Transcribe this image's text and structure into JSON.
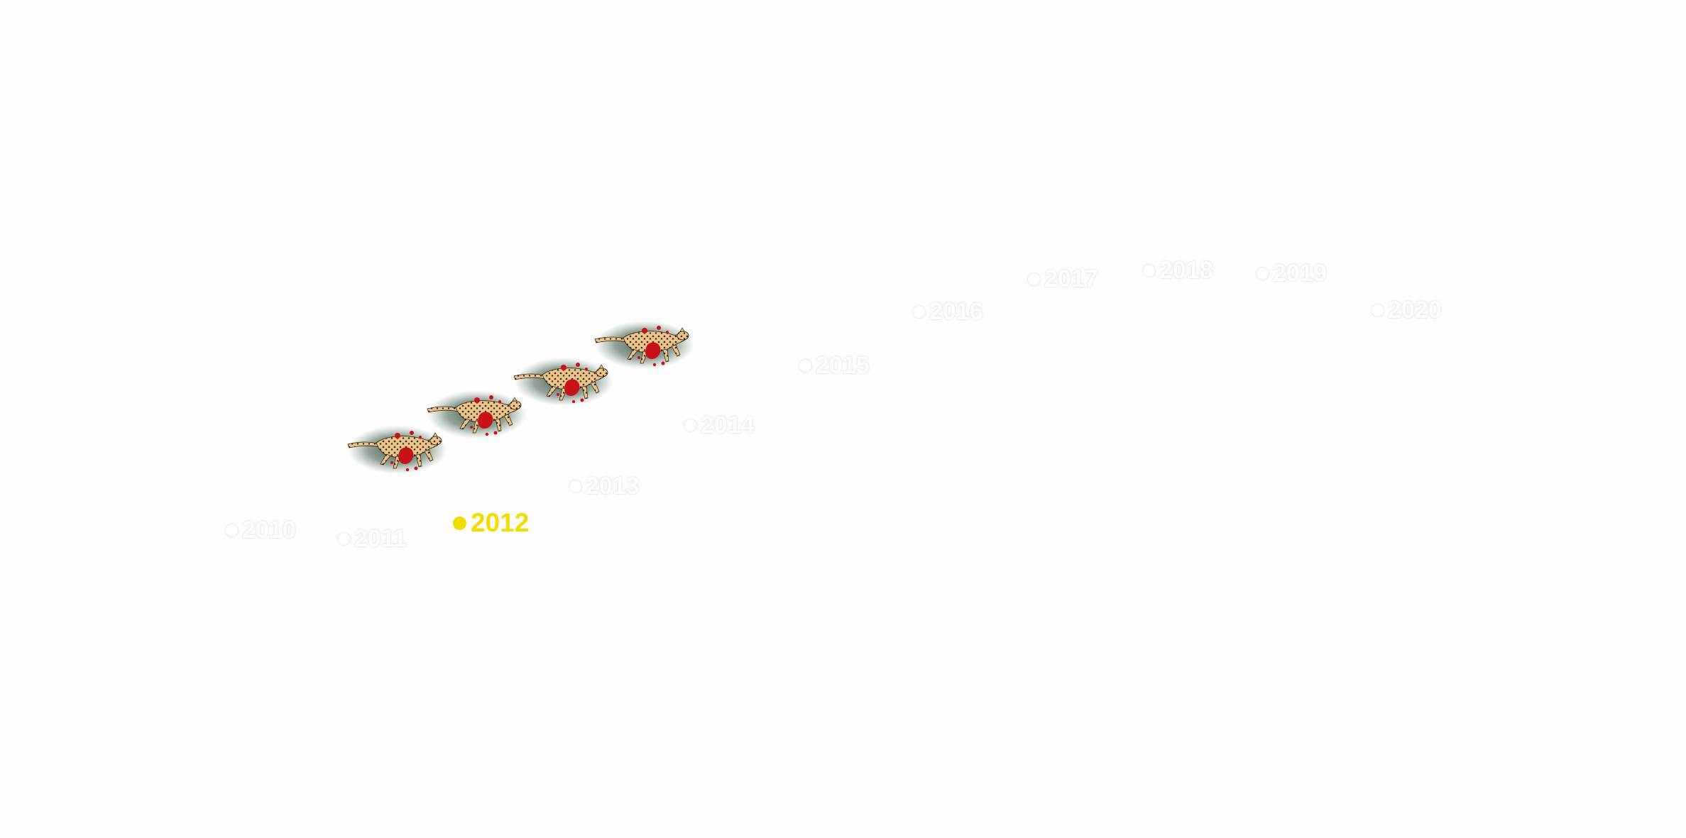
{
  "timeline": {
    "active_year": "2012",
    "years": [
      {
        "label": "2010",
        "active": false
      },
      {
        "label": "2011",
        "active": false
      },
      {
        "label": "2012",
        "active": true
      },
      {
        "label": "2013",
        "active": false
      },
      {
        "label": "2014",
        "active": false
      },
      {
        "label": "2015",
        "active": false
      },
      {
        "label": "2016",
        "active": false
      },
      {
        "label": "2017",
        "active": false
      },
      {
        "label": "2018",
        "active": false
      },
      {
        "label": "2019",
        "active": false
      },
      {
        "label": "2020",
        "active": false
      }
    ]
  },
  "markers": {
    "icon": "cheetah-kill-icon",
    "count": 4
  },
  "colors": {
    "background": "#fdfdfb",
    "active_year": "#f2dd00",
    "inactive_year": "#ffffff",
    "blood": "#c8121a",
    "cheetah_body": "#e8c48a",
    "cheetah_spots": "#3a2412",
    "halo": "#3f5a4a"
  }
}
